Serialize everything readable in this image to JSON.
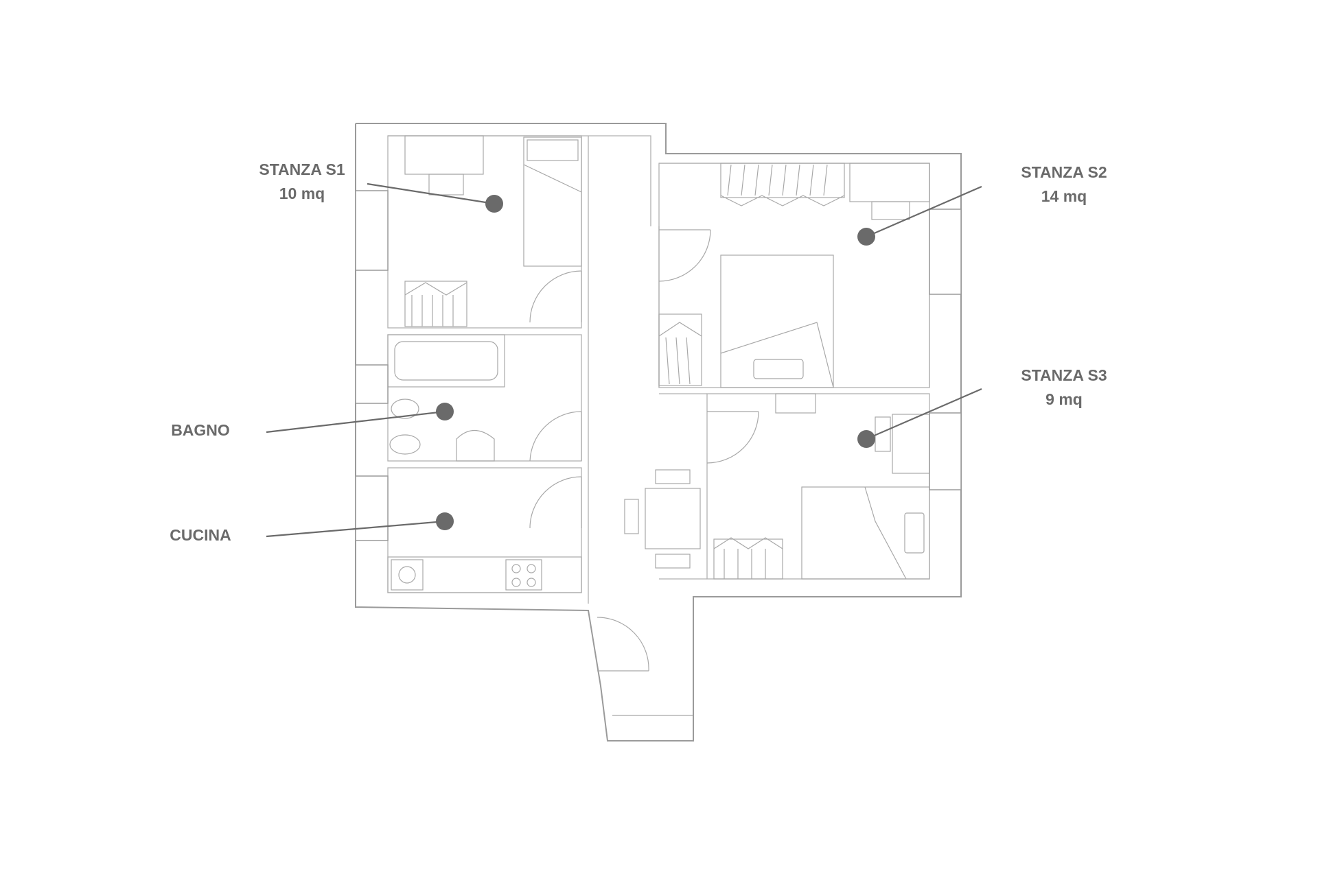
{
  "rooms": [
    {
      "id": "s1",
      "name": "STANZA S1",
      "area": "10 mq"
    },
    {
      "id": "s2",
      "name": "STANZA S2",
      "area": "14 mq"
    },
    {
      "id": "s3",
      "name": "STANZA S3",
      "area": "9 mq"
    },
    {
      "id": "bagno",
      "name": "BAGNO",
      "area": ""
    },
    {
      "id": "cucina",
      "name": "CUCINA",
      "area": ""
    }
  ],
  "colors": {
    "marker": "#6a6a6a",
    "walls": "#9a9a9a"
  }
}
